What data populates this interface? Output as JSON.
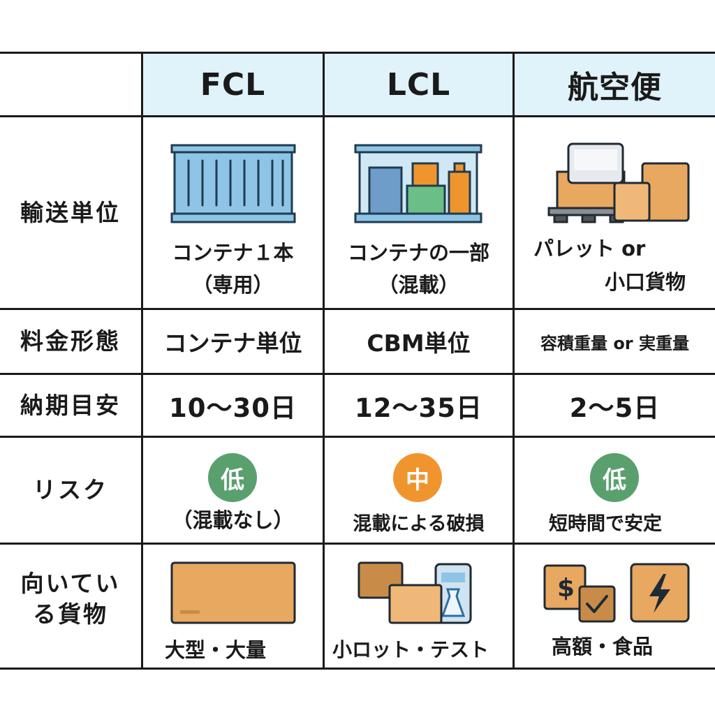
{
  "columns": [
    "FCL",
    "LCL",
    "航空便"
  ],
  "rows": {
    "unit": {
      "label": "輸送単位",
      "fcl": [
        "コンテナ１本",
        "（専用）"
      ],
      "lcl": [
        "コンテナの一部",
        "（混載）"
      ],
      "air": [
        "パレット or",
        "小口貨物"
      ],
      "icons": [
        "full-container-icon",
        "mixed-container-icon",
        "pallet-boxes-icon"
      ]
    },
    "fee": {
      "label": "料金形態",
      "fcl": "コンテナ単位",
      "lcl": "CBM単位",
      "air": "容積重量 or 実重量"
    },
    "lead": {
      "label": "納期目安",
      "fcl": "10〜30日",
      "lcl": "12〜35日",
      "air": "2〜5日"
    },
    "risk": {
      "label": "リスク",
      "fcl": {
        "badge": "低",
        "note": "（混載なし）",
        "color": "#5aa06e"
      },
      "lcl": {
        "badge": "中",
        "note": "混載による破損",
        "color": "#f0952e"
      },
      "air": {
        "badge": "低",
        "note": "短時間で安定",
        "color": "#5aa06e"
      }
    },
    "cargo": {
      "label_lines": [
        "向いてい",
        "る貨物"
      ],
      "fcl": "大型・大量",
      "lcl": "小ロット・テスト",
      "air": "高額・食品",
      "icons": [
        "large-box-icon",
        "small-parcels-icon",
        "money-lightning-icon"
      ]
    }
  },
  "colors": {
    "header_bg": "#e0f2fa",
    "container_blue": "#8ec5e6",
    "box_orange": "#e8a860",
    "low_green": "#5aa06e",
    "mid_orange": "#f0952e"
  }
}
